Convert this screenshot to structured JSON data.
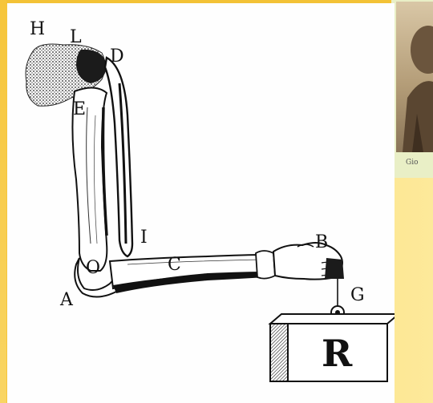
{
  "figure": {
    "labels": {
      "h": "H",
      "l": "L",
      "d": "D",
      "e": "E",
      "i": "I",
      "o": "O",
      "c": "C",
      "a": "A",
      "b": "B",
      "g": "G",
      "r": "R"
    }
  },
  "photo": {
    "caption": "Gio"
  },
  "colors": {
    "frame": "#f6c53a",
    "paper": "#fefefe",
    "ink": "#111111",
    "photo_border": "#e9efc6"
  }
}
